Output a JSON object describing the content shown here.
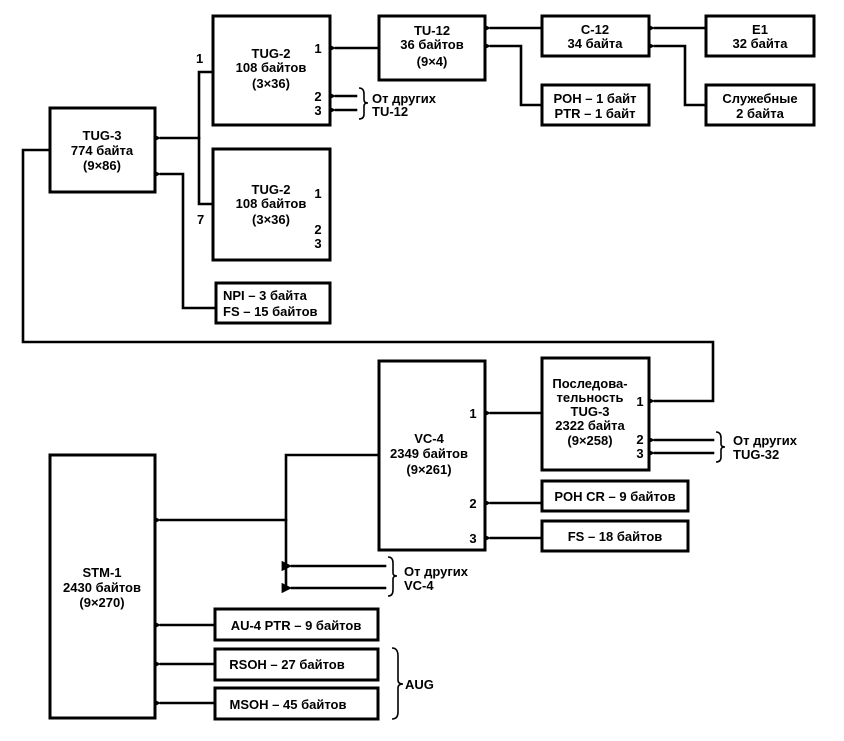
{
  "diagram": {
    "title": "SDH multiplexing: E1 to STM-1",
    "blocks": {
      "tug3": {
        "lines": [
          "TUG-3",
          "774 байта",
          "(9×86)"
        ]
      },
      "tug2_top": {
        "lines": [
          "TUG-2",
          "108 байтов",
          "(3×36)"
        ],
        "ports": [
          "1",
          "2",
          "3"
        ],
        "index": "1"
      },
      "tug2_bottom": {
        "lines": [
          "TUG-2",
          "108 байтов",
          "(3×36)"
        ],
        "ports": [
          "1",
          "2",
          "3"
        ],
        "index": "7"
      },
      "tu12": {
        "lines": [
          "TU-12",
          "36 байтов",
          "(9×4)"
        ]
      },
      "c12": {
        "lines": [
          "C-12",
          "34 байта"
        ]
      },
      "e1": {
        "lines": [
          "E1",
          "32 байта"
        ]
      },
      "poh_ptr": {
        "lines": [
          "POH – 1 байт",
          "PTR – 1 байт"
        ]
      },
      "service": {
        "lines": [
          "Служебные",
          "2 байта"
        ]
      },
      "npi_fs": {
        "lines": [
          "NPI – 3 байта",
          "FS – 15 байтов"
        ]
      },
      "tug3_seq": {
        "lines": [
          "Последова-",
          "тельность",
          "TUG-3",
          "2322 байта",
          "(9×258)"
        ],
        "ports": [
          "1",
          "2",
          "3"
        ]
      },
      "vc4": {
        "lines": [
          "VC-4",
          "2349 байтов",
          "(9×261)"
        ],
        "ports": [
          "1",
          "2",
          "3"
        ]
      },
      "poh_cr": {
        "lines": [
          "POH CR – 9 байтов"
        ]
      },
      "fs18": {
        "lines": [
          "FS – 18 байтов"
        ]
      },
      "stm1": {
        "lines": [
          "STM-1",
          "2430 байтов",
          "(9×270)"
        ]
      },
      "au4ptr": {
        "lines": [
          "AU-4 PTR – 9 байтов"
        ]
      },
      "rsoh": {
        "lines": [
          "RSOH – 27 байтов"
        ]
      },
      "msoh": {
        "lines": [
          "MSOH – 45 байтов"
        ]
      }
    },
    "annotations": {
      "from_other_tu12": [
        "От других",
        "TU-12"
      ],
      "from_other_tug32": [
        "От других",
        "TUG-32"
      ],
      "from_other_vc4": [
        "От других",
        "VC-4"
      ],
      "aug": "AUG"
    },
    "colors": {
      "ink": "#000000",
      "background": "#ffffff"
    }
  }
}
